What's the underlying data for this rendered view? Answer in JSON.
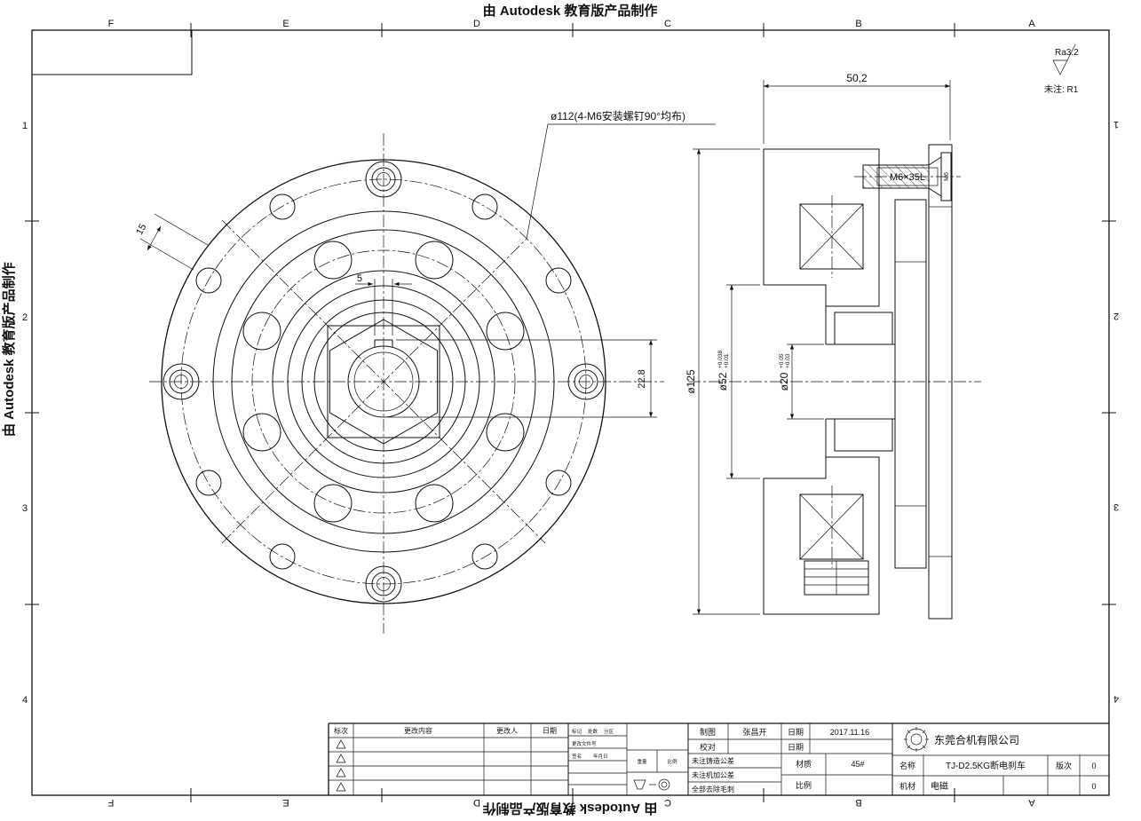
{
  "watermark": {
    "top": "由 Autodesk 教育版产品制作",
    "bottom": "由 Autodesk 教育版产品制作",
    "left": "由 Autodesk 教育版产品制作"
  },
  "grid": {
    "cols": [
      "F",
      "E",
      "D",
      "C",
      "B",
      "A"
    ],
    "rows": [
      "1",
      "2",
      "3",
      "4"
    ]
  },
  "front": {
    "leader": "ø112(4-M6安装螺钉90°均布)",
    "dim_keyway_width": "5",
    "dim_keyway_depth": "22.8",
    "dim_slot": "15"
  },
  "sec": {
    "dim_width": "50,2",
    "dim_od": "ø125",
    "dim_bore": "ø52",
    "bore_tol_up": "+0.038",
    "bore_tol_low": "+0.01",
    "dim_shaft": "ø20",
    "shaft_tol_up": "+0.05",
    "shaft_tol_low": "+0.03",
    "screw_label": "M6×35L",
    "screw_size": "M6"
  },
  "notes": {
    "roughness": "Ra3.2",
    "unnoted": "未注: R1"
  },
  "rev_table": {
    "h0": "标次",
    "h1": "更改内容",
    "h2": "更改人",
    "h3": "日期"
  },
  "mini": {
    "l0": "标记",
    "l1": "处数",
    "l2": "分区",
    "l3": "更改文件号",
    "l4": "签名",
    "l5": "年月日",
    "weight": "重量",
    "scale": "比例"
  },
  "info": {
    "r0_label": "制图",
    "r0_value": "张昌开",
    "r0_date_label": "日期",
    "r0_date": "2017.11.16",
    "r1_label": "校对",
    "r1_date_label": "日期",
    "note0": "未注铸造公差",
    "note1": "未注机加公差",
    "note2": "全部去除毛刺",
    "material_label": "材质",
    "material": "45#",
    "scale_label": "比例"
  },
  "co": {
    "company": "东莞合机有限公司",
    "name_label": "名称",
    "name": "TJ-D2.5KG断电刹车",
    "rev_label": "版次",
    "rev": "0",
    "mat_label": "机材",
    "mat": "电磁",
    "qty": "0"
  }
}
